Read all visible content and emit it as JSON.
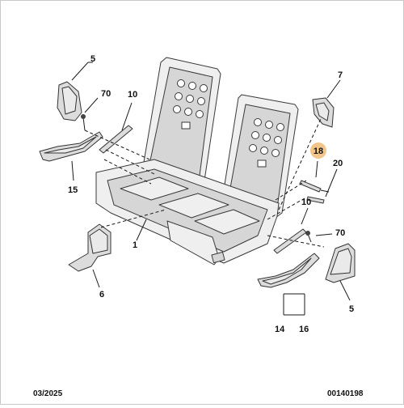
{
  "callouts": {
    "c5_top": "5",
    "c70_top": "70",
    "c10_top": "10",
    "c7": "7",
    "c18": "18",
    "c20": "20",
    "c15": "15",
    "c1": "1",
    "c10_mid": "10",
    "c70_mid": "70",
    "c6": "6",
    "c5_bottom": "5",
    "c14": "14",
    "c16": "16"
  },
  "highlight_color": "#f2c58a",
  "footer": {
    "date": "03/2025",
    "reference": "00140198"
  }
}
